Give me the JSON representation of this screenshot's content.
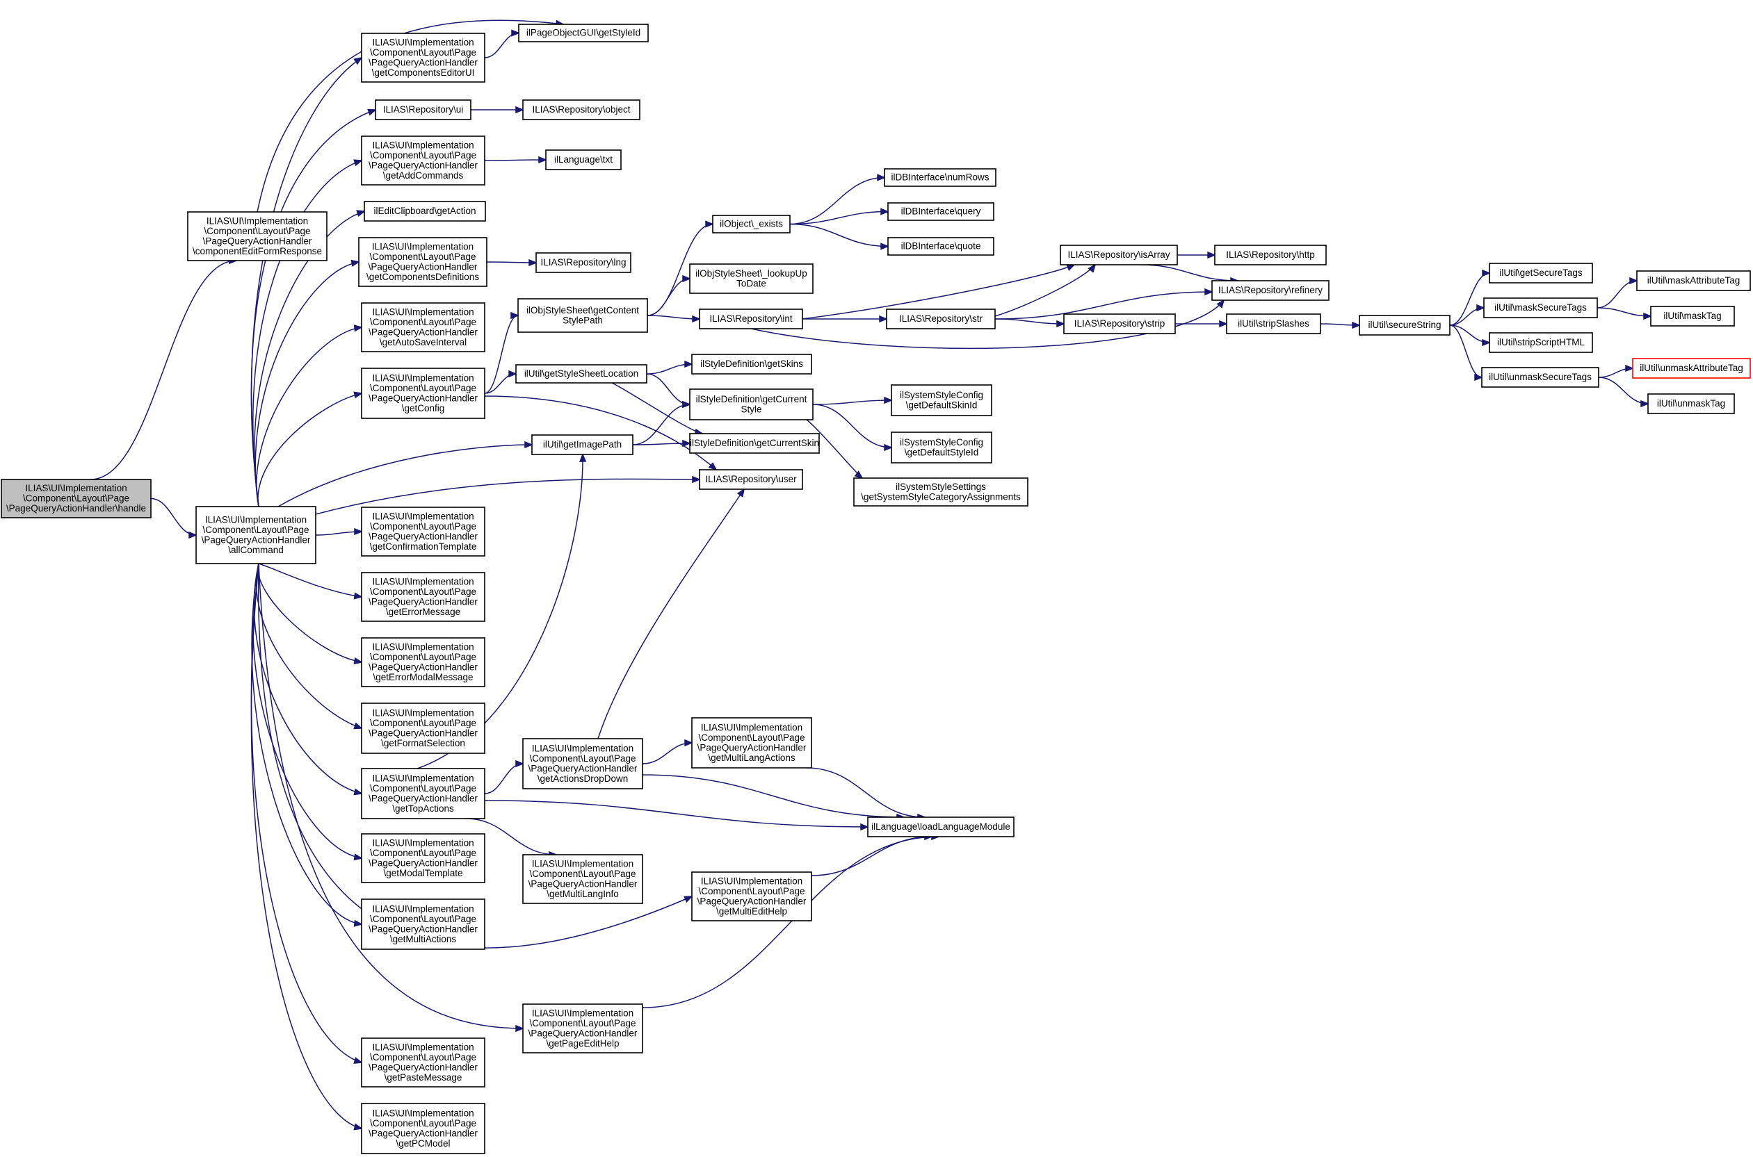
{
  "graph": {
    "type": "call-graph",
    "colors": {
      "edge": "#191970",
      "node_border": "#000000",
      "node_fill": "#ffffff",
      "root_fill": "#bfbfbf",
      "truncated_border": "#ff0000"
    },
    "nodes": [
      {
        "id": "handle",
        "lines": [
          "ILIAS\\UI\\Implementation",
          "\\Component\\Layout\\Page",
          "\\PageQueryActionHandler\\handle"
        ],
        "style": "root"
      },
      {
        "id": "componentEditFormResponse",
        "lines": [
          "ILIAS\\UI\\Implementation",
          "\\Component\\Layout\\Page",
          "\\PageQueryActionHandler",
          "\\componentEditFormResponse"
        ]
      },
      {
        "id": "allCommand",
        "lines": [
          "ILIAS\\UI\\Implementation",
          "\\Component\\Layout\\Page",
          "\\PageQueryActionHandler",
          "\\allCommand"
        ]
      },
      {
        "id": "getComponentsEditorUI",
        "lines": [
          "ILIAS\\UI\\Implementation",
          "\\Component\\Layout\\Page",
          "\\PageQueryActionHandler",
          "\\getComponentsEditorUI"
        ]
      },
      {
        "id": "repoUi",
        "lines": [
          "ILIAS\\Repository\\ui"
        ]
      },
      {
        "id": "getAddCommands",
        "lines": [
          "ILIAS\\UI\\Implementation",
          "\\Component\\Layout\\Page",
          "\\PageQueryActionHandler",
          "\\getAddCommands"
        ]
      },
      {
        "id": "clipGetAction",
        "lines": [
          "ilEditClipboard\\getAction"
        ]
      },
      {
        "id": "getComponentsDefinitions",
        "lines": [
          "ILIAS\\UI\\Implementation",
          "\\Component\\Layout\\Page",
          "\\PageQueryActionHandler",
          "\\getComponentsDefinitions"
        ]
      },
      {
        "id": "getAutoSaveInterval",
        "lines": [
          "ILIAS\\UI\\Implementation",
          "\\Component\\Layout\\Page",
          "\\PageQueryActionHandler",
          "\\getAutoSaveInterval"
        ]
      },
      {
        "id": "getConfig",
        "lines": [
          "ILIAS\\UI\\Implementation",
          "\\Component\\Layout\\Page",
          "\\PageQueryActionHandler",
          "\\getConfig"
        ]
      },
      {
        "id": "getConfirmationTemplate",
        "lines": [
          "ILIAS\\UI\\Implementation",
          "\\Component\\Layout\\Page",
          "\\PageQueryActionHandler",
          "\\getConfirmationTemplate"
        ]
      },
      {
        "id": "getErrorMessage",
        "lines": [
          "ILIAS\\UI\\Implementation",
          "\\Component\\Layout\\Page",
          "\\PageQueryActionHandler",
          "\\getErrorMessage"
        ]
      },
      {
        "id": "getErrorModalMessage",
        "lines": [
          "ILIAS\\UI\\Implementation",
          "\\Component\\Layout\\Page",
          "\\PageQueryActionHandler",
          "\\getErrorModalMessage"
        ]
      },
      {
        "id": "getFormatSelection",
        "lines": [
          "ILIAS\\UI\\Implementation",
          "\\Component\\Layout\\Page",
          "\\PageQueryActionHandler",
          "\\getFormatSelection"
        ]
      },
      {
        "id": "getTopActions",
        "lines": [
          "ILIAS\\UI\\Implementation",
          "\\Component\\Layout\\Page",
          "\\PageQueryActionHandler",
          "\\getTopActions"
        ]
      },
      {
        "id": "getModalTemplate",
        "lines": [
          "ILIAS\\UI\\Implementation",
          "\\Component\\Layout\\Page",
          "\\PageQueryActionHandler",
          "\\getModalTemplate"
        ]
      },
      {
        "id": "getMultiActions",
        "lines": [
          "ILIAS\\UI\\Implementation",
          "\\Component\\Layout\\Page",
          "\\PageQueryActionHandler",
          "\\getMultiActions"
        ]
      },
      {
        "id": "getPasteMessage",
        "lines": [
          "ILIAS\\UI\\Implementation",
          "\\Component\\Layout\\Page",
          "\\PageQueryActionHandler",
          "\\getPasteMessage"
        ]
      },
      {
        "id": "getPCModel",
        "lines": [
          "ILIAS\\UI\\Implementation",
          "\\Component\\Layout\\Page",
          "\\PageQueryActionHandler",
          "\\getPCModel"
        ]
      },
      {
        "id": "getStyleId",
        "lines": [
          "ilPageObjectGUI\\getStyleId"
        ]
      },
      {
        "id": "repoObject",
        "lines": [
          "ILIAS\\Repository\\object"
        ]
      },
      {
        "id": "langTxt",
        "lines": [
          "ilLanguage\\txt"
        ]
      },
      {
        "id": "repoLng",
        "lines": [
          "ILIAS\\Repository\\lng"
        ]
      },
      {
        "id": "getContentStylePath",
        "lines": [
          "ilObjStyleSheet\\getContent",
          "StylePath"
        ]
      },
      {
        "id": "getStyleSheetLocation",
        "lines": [
          "ilUtil\\getStyleSheetLocation"
        ]
      },
      {
        "id": "getImagePath",
        "lines": [
          "ilUtil\\getImagePath"
        ]
      },
      {
        "id": "getActionsDropDown",
        "lines": [
          "ILIAS\\UI\\Implementation",
          "\\Component\\Layout\\Page",
          "\\PageQueryActionHandler",
          "\\getActionsDropDown"
        ]
      },
      {
        "id": "getMultiLangInfo",
        "lines": [
          "ILIAS\\UI\\Implementation",
          "\\Component\\Layout\\Page",
          "\\PageQueryActionHandler",
          "\\getMultiLangInfo"
        ]
      },
      {
        "id": "getPageEditHelp",
        "lines": [
          "ILIAS\\UI\\Implementation",
          "\\Component\\Layout\\Page",
          "\\PageQueryActionHandler",
          "\\getPageEditHelp"
        ]
      },
      {
        "id": "objExists",
        "lines": [
          "ilObject\\_exists"
        ]
      },
      {
        "id": "lookupUpToDate",
        "lines": [
          "ilObjStyleSheet\\_lookupUp",
          "ToDate"
        ]
      },
      {
        "id": "repoInt",
        "lines": [
          "ILIAS\\Repository\\int"
        ]
      },
      {
        "id": "getSkins",
        "lines": [
          "ilStyleDefinition\\getSkins"
        ]
      },
      {
        "id": "getCurrentStyle",
        "lines": [
          "ilStyleDefinition\\getCurrent",
          "Style"
        ]
      },
      {
        "id": "getCurrentSkin",
        "lines": [
          "ilStyleDefinition\\getCurrentSkin"
        ]
      },
      {
        "id": "repoUser",
        "lines": [
          "ILIAS\\Repository\\user"
        ]
      },
      {
        "id": "getMultiLangActions",
        "lines": [
          "ILIAS\\UI\\Implementation",
          "\\Component\\Layout\\Page",
          "\\PageQueryActionHandler",
          "\\getMultiLangActions"
        ]
      },
      {
        "id": "getMultiEditHelp",
        "lines": [
          "ILIAS\\UI\\Implementation",
          "\\Component\\Layout\\Page",
          "\\PageQueryActionHandler",
          "\\getMultiEditHelp"
        ]
      },
      {
        "id": "numRows",
        "lines": [
          "ilDBInterface\\numRows"
        ]
      },
      {
        "id": "dbQuery",
        "lines": [
          "ilDBInterface\\query"
        ]
      },
      {
        "id": "dbQuote",
        "lines": [
          "ilDBInterface\\quote"
        ]
      },
      {
        "id": "repoStr",
        "lines": [
          "ILIAS\\Repository\\str"
        ]
      },
      {
        "id": "getDefaultSkinId",
        "lines": [
          "ilSystemStyleConfig",
          "\\getDefaultSkinId"
        ]
      },
      {
        "id": "getDefaultStyleId",
        "lines": [
          "ilSystemStyleConfig",
          "\\getDefaultStyleId"
        ]
      },
      {
        "id": "getSystemStyleCategoryAssignments",
        "lines": [
          "ilSystemStyleSettings",
          "\\getSystemStyleCategoryAssignments"
        ]
      },
      {
        "id": "loadLanguageModule",
        "lines": [
          "ilLanguage\\loadLanguageModule"
        ]
      },
      {
        "id": "repoIsArray",
        "lines": [
          "ILIAS\\Repository\\isArray"
        ]
      },
      {
        "id": "repoStrip",
        "lines": [
          "ILIAS\\Repository\\strip"
        ]
      },
      {
        "id": "repoHttp",
        "lines": [
          "ILIAS\\Repository\\http"
        ]
      },
      {
        "id": "repoRefinery",
        "lines": [
          "ILIAS\\Repository\\refinery"
        ]
      },
      {
        "id": "stripSlashes",
        "lines": [
          "ilUtil\\stripSlashes"
        ]
      },
      {
        "id": "secureString",
        "lines": [
          "ilUtil\\secureString"
        ]
      },
      {
        "id": "getSecureTags",
        "lines": [
          "ilUtil\\getSecureTags"
        ]
      },
      {
        "id": "maskSecureTags",
        "lines": [
          "ilUtil\\maskSecureTags"
        ]
      },
      {
        "id": "stripScriptHTML",
        "lines": [
          "ilUtil\\stripScriptHTML"
        ]
      },
      {
        "id": "unmaskSecureTags",
        "lines": [
          "ilUtil\\unmaskSecureTags"
        ]
      },
      {
        "id": "maskAttributeTag",
        "lines": [
          "ilUtil\\maskAttributeTag"
        ]
      },
      {
        "id": "maskTag",
        "lines": [
          "ilUtil\\maskTag"
        ]
      },
      {
        "id": "unmaskAttributeTag",
        "lines": [
          "ilUtil\\unmaskAttributeTag"
        ],
        "style": "truncated"
      },
      {
        "id": "unmaskTag",
        "lines": [
          "ilUtil\\unmaskTag"
        ]
      }
    ],
    "edges": [
      [
        "handle",
        "componentEditFormResponse"
      ],
      [
        "handle",
        "allCommand"
      ],
      [
        "componentEditFormResponse",
        "getStyleId"
      ],
      [
        "allCommand",
        "getComponentsEditorUI"
      ],
      [
        "allCommand",
        "repoUi"
      ],
      [
        "allCommand",
        "getAddCommands"
      ],
      [
        "allCommand",
        "clipGetAction"
      ],
      [
        "allCommand",
        "getComponentsDefinitions"
      ],
      [
        "allCommand",
        "getAutoSaveInterval"
      ],
      [
        "allCommand",
        "getConfig"
      ],
      [
        "allCommand",
        "getImagePath"
      ],
      [
        "allCommand",
        "repoUser"
      ],
      [
        "allCommand",
        "getConfirmationTemplate"
      ],
      [
        "allCommand",
        "getErrorMessage"
      ],
      [
        "allCommand",
        "getErrorModalMessage"
      ],
      [
        "allCommand",
        "getFormatSelection"
      ],
      [
        "allCommand",
        "getTopActions"
      ],
      [
        "allCommand",
        "getModalTemplate"
      ],
      [
        "allCommand",
        "getMultiActions"
      ],
      [
        "allCommand",
        "getMultiEditHelp"
      ],
      [
        "allCommand",
        "getPageEditHelp"
      ],
      [
        "allCommand",
        "getPasteMessage"
      ],
      [
        "allCommand",
        "getPCModel"
      ],
      [
        "getComponentsEditorUI",
        "getStyleId"
      ],
      [
        "repoUi",
        "repoObject"
      ],
      [
        "getAddCommands",
        "langTxt"
      ],
      [
        "getComponentsDefinitions",
        "repoLng"
      ],
      [
        "getConfig",
        "getContentStylePath"
      ],
      [
        "getConfig",
        "getStyleSheetLocation"
      ],
      [
        "getConfig",
        "repoUser"
      ],
      [
        "getTopActions",
        "getImagePath"
      ],
      [
        "getTopActions",
        "getActionsDropDown"
      ],
      [
        "getTopActions",
        "getMultiLangInfo"
      ],
      [
        "getTopActions",
        "loadLanguageModule"
      ],
      [
        "getContentStylePath",
        "objExists"
      ],
      [
        "getContentStylePath",
        "lookupUpToDate"
      ],
      [
        "getContentStylePath",
        "repoInt"
      ],
      [
        "getStyleSheetLocation",
        "getSkins"
      ],
      [
        "getStyleSheetLocation",
        "getCurrentStyle"
      ],
      [
        "getStyleSheetLocation",
        "getCurrentSkin"
      ],
      [
        "getImagePath",
        "getCurrentStyle"
      ],
      [
        "getImagePath",
        "getCurrentSkin"
      ],
      [
        "getActionsDropDown",
        "repoUser"
      ],
      [
        "getActionsDropDown",
        "getMultiLangActions"
      ],
      [
        "getActionsDropDown",
        "loadLanguageModule"
      ],
      [
        "getMultiLangActions",
        "loadLanguageModule"
      ],
      [
        "getMultiEditHelp",
        "loadLanguageModule"
      ],
      [
        "getPageEditHelp",
        "loadLanguageModule"
      ],
      [
        "objExists",
        "numRows"
      ],
      [
        "objExists",
        "dbQuery"
      ],
      [
        "objExists",
        "dbQuote"
      ],
      [
        "repoInt",
        "repoIsArray"
      ],
      [
        "repoInt",
        "repoRefinery"
      ],
      [
        "repoInt",
        "repoStr"
      ],
      [
        "getCurrentStyle",
        "getDefaultSkinId"
      ],
      [
        "getCurrentStyle",
        "getDefaultStyleId"
      ],
      [
        "getCurrentStyle",
        "getSystemStyleCategoryAssignments"
      ],
      [
        "repoStr",
        "repoIsArray"
      ],
      [
        "repoStr",
        "repoRefinery"
      ],
      [
        "repoStr",
        "repoStrip"
      ],
      [
        "repoIsArray",
        "repoHttp"
      ],
      [
        "repoIsArray",
        "repoRefinery"
      ],
      [
        "repoStrip",
        "stripSlashes"
      ],
      [
        "stripSlashes",
        "secureString"
      ],
      [
        "secureString",
        "getSecureTags"
      ],
      [
        "secureString",
        "maskSecureTags"
      ],
      [
        "secureString",
        "stripScriptHTML"
      ],
      [
        "secureString",
        "unmaskSecureTags"
      ],
      [
        "maskSecureTags",
        "maskAttributeTag"
      ],
      [
        "maskSecureTags",
        "maskTag"
      ],
      [
        "unmaskSecureTags",
        "unmaskAttributeTag"
      ],
      [
        "unmaskSecureTags",
        "unmaskTag"
      ]
    ]
  }
}
